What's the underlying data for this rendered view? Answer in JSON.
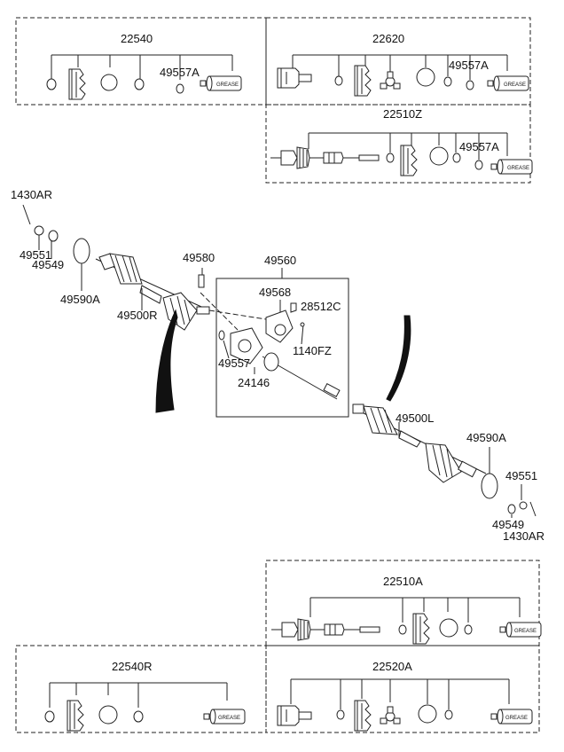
{
  "labels": {
    "k22540": "22540",
    "k22620": "22620",
    "k22510Z": "22510Z",
    "k49557A_1": "49557A",
    "k49557A_2": "49557A",
    "k49557A_3": "49557A",
    "k1430AR_left": "1430AR",
    "k49551_left": "49551",
    "k49549_left": "49549",
    "k49590A_left": "49590A",
    "k49500R": "49500R",
    "k49580": "49580",
    "k49560": "49560",
    "k49568": "49568",
    "k28512C": "28512C",
    "k1140FZ": "1140FZ",
    "k49557": "49557",
    "k24146": "24146",
    "k49500L": "49500L",
    "k49590A_right": "49590A",
    "k49551_right": "49551",
    "k49549_right": "49549",
    "k1430AR_right": "1430AR",
    "k22510A": "22510A",
    "k22540R": "22540R",
    "k22520A": "22520A"
  },
  "grease_text": "GREASE",
  "icons": [
    "boot-kit",
    "ring-clamp",
    "grease-tube",
    "cv-joint-housing",
    "tripod-spider",
    "drive-shaft",
    "bearing-bracket",
    "retaining-ring",
    "nut",
    "cotter-pin",
    "tone-wheel"
  ]
}
